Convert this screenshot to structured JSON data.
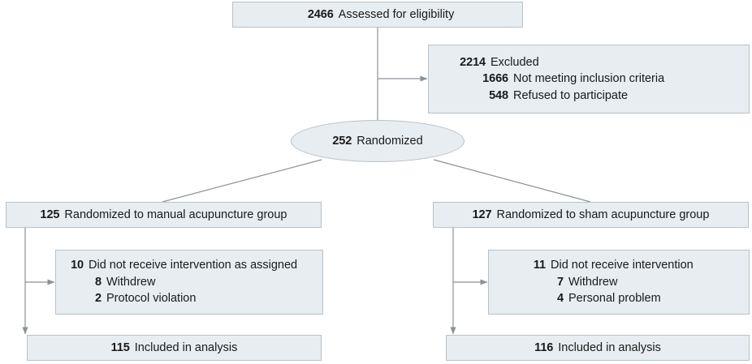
{
  "diagram": {
    "type": "consort-flow-diagram",
    "colors": {
      "node_fill": "#e7edf1",
      "node_border": "#b9c2c7",
      "connector": "#8a9298",
      "text": "#1a1a1a",
      "background": "#ffffff"
    },
    "nodes": {
      "assessed": {
        "lines": [
          {
            "num": "2466",
            "label": "Assessed for eligibility"
          }
        ]
      },
      "excluded": {
        "lines": [
          {
            "num": "2214",
            "label": "Excluded"
          },
          {
            "num": "1666",
            "label": "Not meeting inclusion criteria"
          },
          {
            "num": "548",
            "label": "Refused to participate"
          }
        ]
      },
      "randomized": {
        "lines": [
          {
            "num": "252",
            "label": "Randomized"
          }
        ]
      },
      "allocation_left": {
        "lines": [
          {
            "num": "125",
            "label": "Randomized to manual acupuncture group"
          }
        ]
      },
      "allocation_right": {
        "lines": [
          {
            "num": "127",
            "label": "Randomized to sham acupuncture group"
          }
        ]
      },
      "intervention_left": {
        "lines": [
          {
            "num": "10",
            "label": "Did not receive intervention as assigned"
          },
          {
            "num": "8",
            "label": "Withdrew"
          },
          {
            "num": "2",
            "label": "Protocol violation"
          }
        ]
      },
      "intervention_right": {
        "lines": [
          {
            "num": "11",
            "label": "Did not receive intervention"
          },
          {
            "num": "7",
            "label": "Withdrew"
          },
          {
            "num": "4",
            "label": "Personal problem"
          }
        ]
      },
      "analysis_left": {
        "lines": [
          {
            "num": "115",
            "label": "Included in analysis"
          }
        ]
      },
      "analysis_right": {
        "lines": [
          {
            "num": "116",
            "label": "Included in analysis"
          }
        ]
      }
    }
  }
}
